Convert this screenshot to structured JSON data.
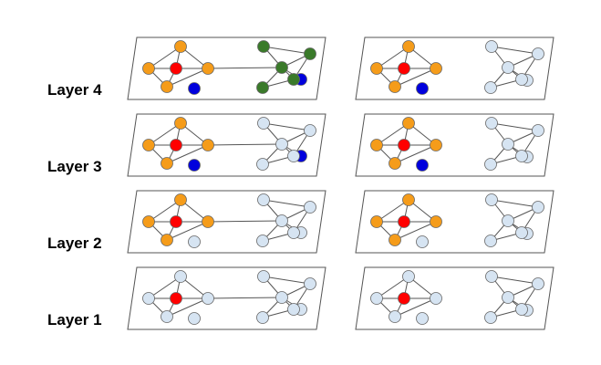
{
  "colors": {
    "default": "#d6e4f2",
    "seed": "#ff0000",
    "infected": "#f59c1a",
    "blue": "#0000dd",
    "green": "#3a7a2a"
  },
  "layers": [
    {
      "label": "Layer 4",
      "left_panel": {
        "left_cluster": [
          "infected",
          "seed",
          "infected",
          "infected",
          "infected",
          "blue"
        ],
        "right_cluster": [
          "green",
          "green",
          "green",
          "blue",
          "green",
          "green"
        ],
        "bridge": true
      },
      "right_panel": {
        "left_cluster": [
          "infected",
          "seed",
          "infected",
          "infected",
          "infected",
          "blue"
        ],
        "right_cluster": [
          "default",
          "default",
          "default",
          "default",
          "default",
          "default"
        ],
        "bridge": false
      }
    },
    {
      "label": "Layer 3",
      "left_panel": {
        "left_cluster": [
          "infected",
          "seed",
          "infected",
          "infected",
          "infected",
          "blue"
        ],
        "right_cluster": [
          "default",
          "default",
          "default",
          "blue",
          "default",
          "default"
        ],
        "bridge": true
      },
      "right_panel": {
        "left_cluster": [
          "infected",
          "seed",
          "infected",
          "infected",
          "infected",
          "blue"
        ],
        "right_cluster": [
          "default",
          "default",
          "default",
          "default",
          "default",
          "default"
        ],
        "bridge": false
      }
    },
    {
      "label": "Layer 2",
      "left_panel": {
        "left_cluster": [
          "infected",
          "seed",
          "infected",
          "infected",
          "infected",
          "default"
        ],
        "right_cluster": [
          "default",
          "default",
          "default",
          "default",
          "default",
          "default"
        ],
        "bridge": true
      },
      "right_panel": {
        "left_cluster": [
          "infected",
          "seed",
          "infected",
          "infected",
          "infected",
          "default"
        ],
        "right_cluster": [
          "default",
          "default",
          "default",
          "default",
          "default",
          "default"
        ],
        "bridge": false
      }
    },
    {
      "label": "Layer 1",
      "left_panel": {
        "left_cluster": [
          "default",
          "seed",
          "default",
          "default",
          "default",
          "default"
        ],
        "right_cluster": [
          "default",
          "default",
          "default",
          "default",
          "default",
          "default"
        ],
        "bridge": true
      },
      "right_panel": {
        "left_cluster": [
          "default",
          "seed",
          "default",
          "default",
          "default",
          "default"
        ],
        "right_cluster": [
          "default",
          "default",
          "default",
          "default",
          "default",
          "default"
        ],
        "bridge": false
      }
    }
  ]
}
